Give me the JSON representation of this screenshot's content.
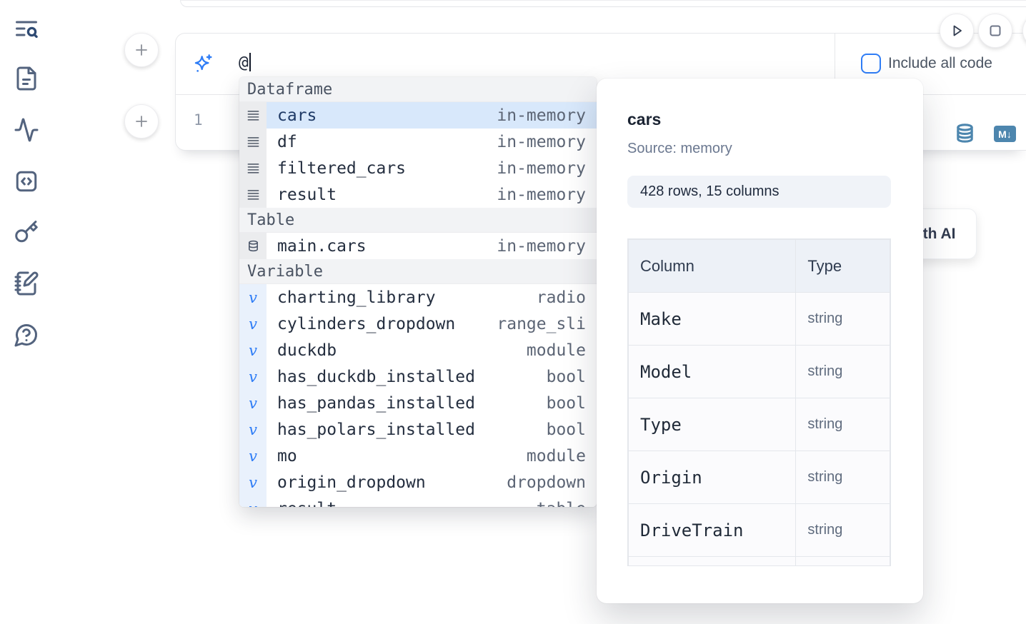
{
  "colors": {
    "accent_blue": "#2f7df6",
    "steel_blue": "#4d86ae",
    "selected_row_bg": "#d8e8fb",
    "dark_text": "#20293a",
    "muted_text": "#5c6575"
  },
  "sidebar": {
    "items": [
      {
        "icon": "list-search-icon"
      },
      {
        "icon": "file-text-icon"
      },
      {
        "icon": "activity-icon"
      },
      {
        "icon": "code-square-icon"
      },
      {
        "icon": "key-icon"
      },
      {
        "icon": "notebook-pen-icon"
      },
      {
        "icon": "help-chat-icon"
      }
    ]
  },
  "prompt_cell": {
    "sparkle_icon": "sparkles-icon",
    "input_value": "@",
    "include_all_code_label": "Include all code",
    "checkbox_checked": false,
    "run_icon": "play-icon",
    "stop_icon": "stop-icon",
    "line_number": "1",
    "db_icon": "database-icon",
    "markdown_badge": "M↓"
  },
  "autocomplete": {
    "sections": [
      {
        "label": "Dataframe",
        "items": [
          {
            "name": "cars",
            "type": "in-memory",
            "icon": "dataframe-icon",
            "selected": true
          },
          {
            "name": "df",
            "type": "in-memory",
            "icon": "dataframe-icon",
            "selected": false
          },
          {
            "name": "filtered_cars",
            "type": "in-memory",
            "icon": "dataframe-icon",
            "selected": false
          },
          {
            "name": "result",
            "type": "in-memory",
            "icon": "dataframe-icon",
            "selected": false
          }
        ]
      },
      {
        "label": "Table",
        "items": [
          {
            "name": "main.cars",
            "type": "in-memory",
            "icon": "database-icon",
            "selected": false
          }
        ]
      },
      {
        "label": "Variable",
        "items": [
          {
            "name": "charting_library",
            "type": "radio",
            "icon": "variable-icon",
            "selected": false
          },
          {
            "name": "cylinders_dropdown",
            "type": "range_sli",
            "icon": "variable-icon",
            "selected": false
          },
          {
            "name": "duckdb",
            "type": "module",
            "icon": "variable-icon",
            "selected": false
          },
          {
            "name": "has_duckdb_installed",
            "type": "bool",
            "icon": "variable-icon",
            "selected": false
          },
          {
            "name": "has_pandas_installed",
            "type": "bool",
            "icon": "variable-icon",
            "selected": false
          },
          {
            "name": "has_polars_installed",
            "type": "bool",
            "icon": "variable-icon",
            "selected": false
          },
          {
            "name": "mo",
            "type": "module",
            "icon": "variable-icon",
            "selected": false
          },
          {
            "name": "origin_dropdown",
            "type": "dropdown",
            "icon": "variable-icon",
            "selected": false
          },
          {
            "name": "result",
            "type": "table",
            "icon": "variable-icon",
            "selected": false,
            "clipped": true
          }
        ]
      }
    ]
  },
  "preview_panel": {
    "title": "cars",
    "source": "Source: memory",
    "shape": "428 rows, 15 columns",
    "table": {
      "headers": [
        "Column",
        "Type"
      ],
      "rows": [
        {
          "column": "Make",
          "type": "string"
        },
        {
          "column": "Model",
          "type": "string"
        },
        {
          "column": "Type",
          "type": "string"
        },
        {
          "column": "Origin",
          "type": "string"
        },
        {
          "column": "DriveTrain",
          "type": "string"
        },
        {
          "column": "",
          "type": ""
        }
      ]
    }
  },
  "ai_button": {
    "label": "with AI"
  }
}
